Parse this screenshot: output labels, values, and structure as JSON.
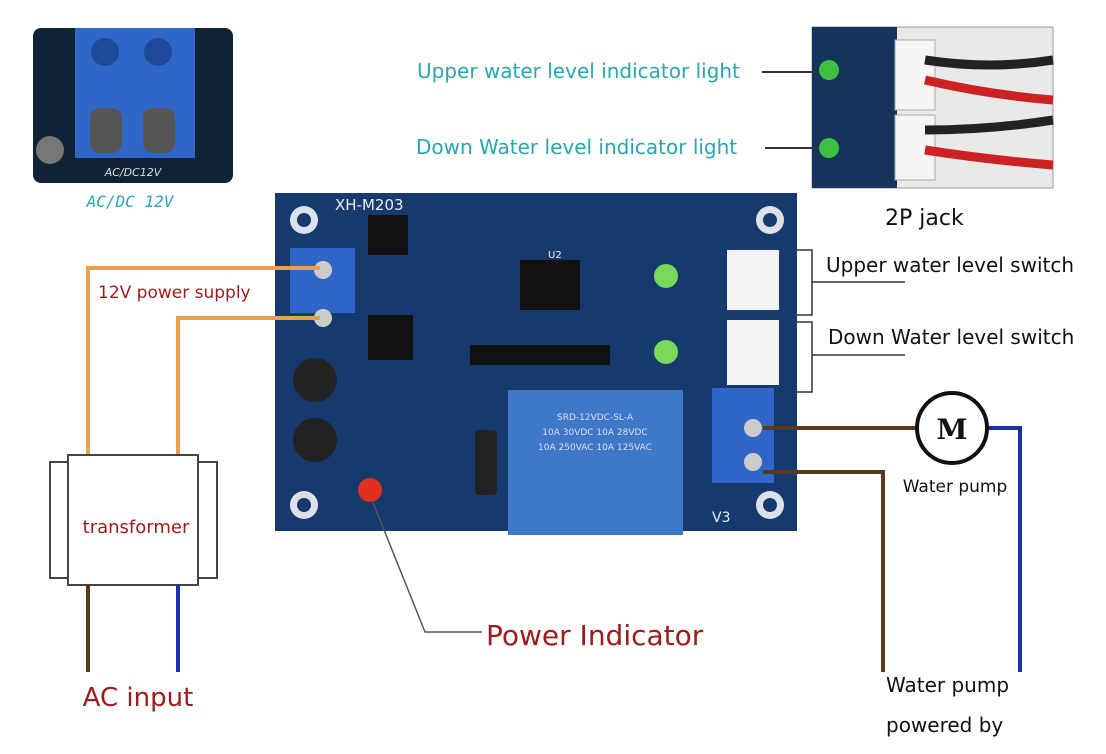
{
  "insets": {
    "terminal_label": "AC/DC 12V",
    "terminal_silk": "AC/DC12V",
    "jack_title": "2P jack"
  },
  "board": {
    "model": "XH-M203",
    "relay_lines": [
      "SRD-12VDC-SL-A",
      "10A 30VDC 10A 28VDC",
      "10A 250VAC 10A 125VAC"
    ],
    "chip": "U2",
    "corner_label": "V3"
  },
  "labels": {
    "upper_indicator": "Upper water level indicator light",
    "down_indicator": "Down Water level indicator light",
    "upper_switch": "Upper water level switch",
    "down_switch": "Down Water level switch",
    "power_supply": "12V power supply",
    "transformer": "transformer",
    "ac_input": "AC input",
    "power_indicator": "Power Indicator",
    "motor_symbol": "M",
    "water_pump": "Water pump",
    "pump_power_line1": "Water pump",
    "pump_power_line2": "powered by"
  },
  "colors": {
    "board": "#163a6e",
    "terminal": "#2f66c8",
    "wire_orange": "#e8a04a",
    "wire_brown": "#5a3a1e",
    "wire_blue": "#1a2fa8",
    "label_red": "#9b1c1c",
    "label_teal": "#2aa6b0"
  }
}
